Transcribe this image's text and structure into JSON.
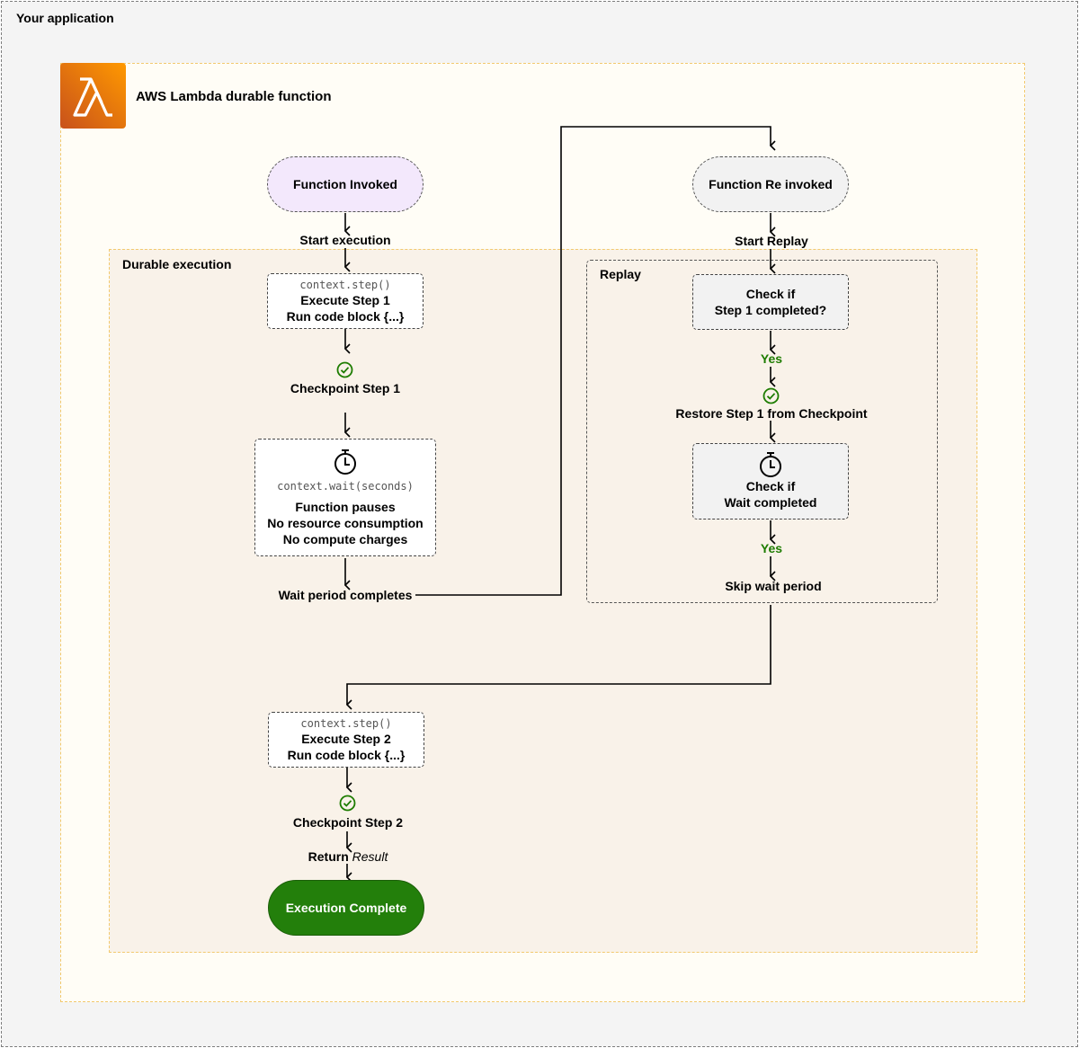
{
  "frames": {
    "application": "Your application",
    "lambda": "AWS Lambda durable function",
    "durable": "Durable execution",
    "replay": "Replay"
  },
  "nodes": {
    "function_invoked": "Function Invoked",
    "start_execution": "Start execution",
    "step1_code": "context.step()",
    "step1_line1": "Execute Step 1",
    "step1_line2": "Run code block {...}",
    "checkpoint1": "Checkpoint Step 1",
    "wait_code": "context.wait(seconds)",
    "wait_line1": "Function pauses",
    "wait_line2": "No resource consumption",
    "wait_line3": "No compute charges",
    "wait_complete": "Wait period completes",
    "function_reinvoked": "Function Re invoked",
    "start_replay": "Start Replay",
    "check1_line1": "Check if",
    "check1_line2": "Step 1 completed?",
    "yes1": "Yes",
    "restore": "Restore Step 1 from Checkpoint",
    "check2_line1": "Check if",
    "check2_line2": "Wait completed",
    "yes2": "Yes",
    "skip_wait": "Skip wait period",
    "step2_code": "context.step()",
    "step2_line1": "Execute Step 2",
    "step2_line2": "Run code block {...}",
    "checkpoint2": "Checkpoint Step 2",
    "return_label": "Return",
    "return_value": "Result",
    "complete": "Execution Complete"
  },
  "colors": {
    "invoked_fill": "#f3e8fc",
    "complete_fill": "#237f0b",
    "check_green": "#1d7c00",
    "lambda_orange": "#ff9900"
  },
  "icons": [
    "lambda-icon",
    "check-circle-icon",
    "stopwatch-icon",
    "arrow-icon"
  ]
}
